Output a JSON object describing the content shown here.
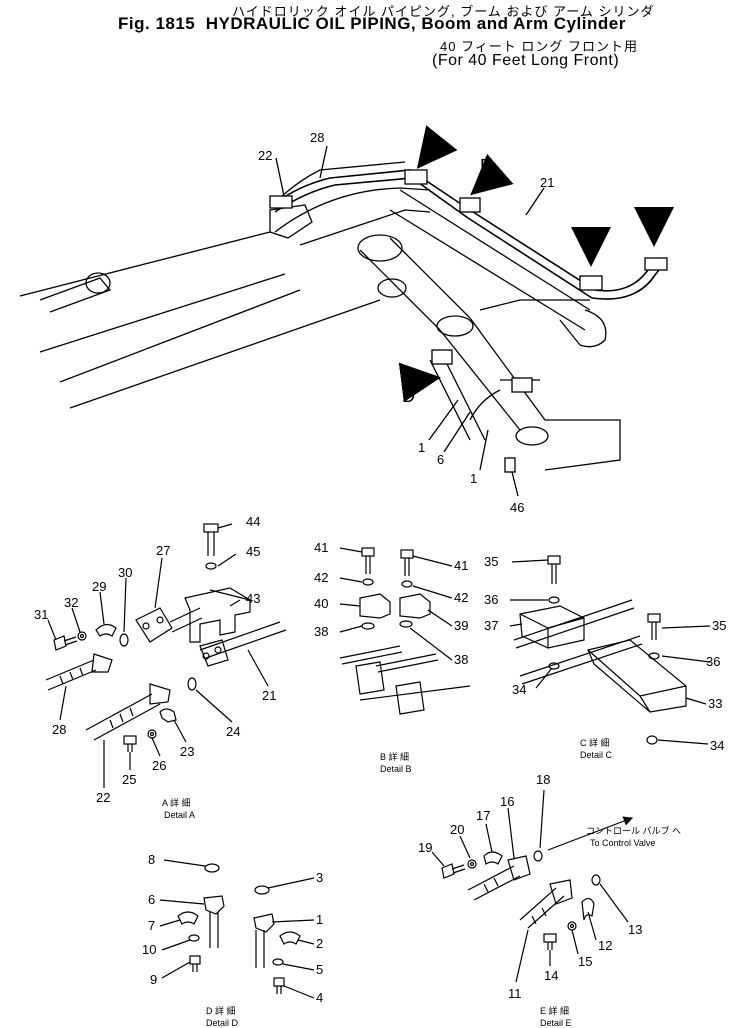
{
  "header": {
    "jp_title": "ハイドロリック オイル パイピング, ブーム および アーム シリンダ",
    "fig": "Fig. 1815",
    "title": "HYDRAULIC OIL PIPING, Boom and Arm Cylinder",
    "jp_subtitle": "40 フィート ロング フロント用",
    "subtitle": "(For 40 Feet Long Front)"
  },
  "callouts": {
    "a": "A",
    "b": "B",
    "c": "C",
    "d": "D",
    "e": "E"
  },
  "main_refs": [
    "28",
    "22",
    "21",
    "1",
    "6",
    "1",
    "46"
  ],
  "detail_a": {
    "label_jp": "A 詳 細",
    "label": "Detail A",
    "parts": [
      "44",
      "45",
      "27",
      "43",
      "30",
      "29",
      "32",
      "31",
      "21",
      "28",
      "24",
      "23",
      "26",
      "25",
      "22"
    ]
  },
  "detail_b": {
    "label_jp": "B 詳 細",
    "label": "Detail B",
    "parts": [
      "41",
      "41",
      "42",
      "42",
      "40",
      "39",
      "38",
      "38"
    ]
  },
  "detail_c": {
    "label_jp": "C 詳 細",
    "label": "Detail C",
    "parts": [
      "35",
      "36",
      "37",
      "35",
      "36",
      "34",
      "33",
      "34"
    ]
  },
  "detail_d": {
    "label_jp": "D 詳 細",
    "label": "Detail D",
    "parts": [
      "8",
      "3",
      "6",
      "1",
      "7",
      "2",
      "10",
      "5",
      "9",
      "4"
    ]
  },
  "detail_e": {
    "label_jp": "E 詳 細",
    "label": "Detail E",
    "parts": [
      "18",
      "16",
      "17",
      "20",
      "19",
      "13",
      "12",
      "15",
      "14",
      "11"
    ],
    "note_jp": "コントロール バルブ へ",
    "note": "To Control Valve"
  }
}
